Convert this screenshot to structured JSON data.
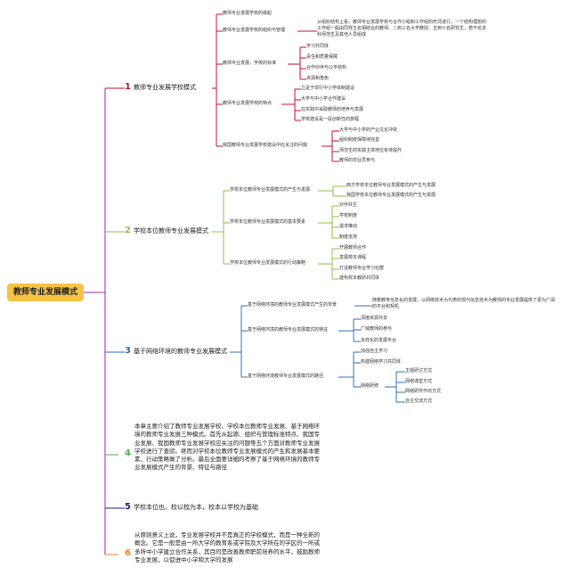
{
  "root": "教师专业发展模式",
  "colors": {
    "b1": "#c8102e",
    "b2": "#8bc34a",
    "b3": "#2e73b8",
    "b4": "#4caf50",
    "b5": "#1a237e",
    "b6": "#ef7d22",
    "root": "#f6c344",
    "line": "#9c27b0"
  },
  "b1": {
    "num": "1",
    "label": "教师专业发展学校模式",
    "c1": "教师专业发展学校的缘起",
    "c2": "教师专业发展学校的组织与管理",
    "c2_note": "从组织结构上看，教师专业发展学校与合作小组和工作组的形式进行。一个结构理想的工作组一般由同样五名相结合的教师、二到三名大学教授、五到十名研究生，若干名本科师范生及其他人员组成",
    "c3": "教师专业发展，学校的标准",
    "c3_items": [
      "学习共同体",
      "责任和质量保障",
      "合作伙伴与公平结构",
      "资源和角色"
    ],
    "c4": "教师专业发展学校的特点",
    "c4_items": [
      "立足于现行中小学体制建设",
      "大学与中小学合作建设",
      "在实践中采取教师的培养与发展",
      "学校建设是一段创新性的旅程"
    ],
    "c5": "我国教师专业发展学校建设中应关注的问题",
    "c5_items": [
      "大学与中小学的产业文化冲突",
      "组织制度保障待完善",
      "师范生的实践主体地位有待提升",
      "教师的非业员参与"
    ]
  },
  "b2": {
    "num": "2",
    "label": "学校本位教师专业发展模式",
    "c1": "学校本位教师专业发展模式的产生与发展",
    "c1_items": [
      "西方学校本位教师专业发展模式的产生与发展",
      "我国学校本位教师专业发展模式的产生与发展"
    ],
    "c2": "学校本位教师专业发展模式的基本要素",
    "c2_items": [
      "伙伴共生",
      "学校制度",
      "需求推动",
      "制度支持"
    ],
    "c3": "学校本位教师专业发展模式的行动策略",
    "c3_items": [
      "开展教师合作",
      "发展校本课程",
      "打造教师专业学习社群",
      "建构校本教研共同体"
    ]
  },
  "b3": {
    "num": "3",
    "label": "基于网络环境的教师专业发展模式",
    "c1": "基于网络环境的教师专业发展模式产生的背景",
    "c1_note": "随着教育信息化的发展，以网络技术为代表的现代信息技术为教师的专业发展提供了更为广阔的平台和契机",
    "c2": "基于网络环境的教师专业发展模式的特征",
    "c2_items": [
      "深度资源共享",
      "广域教师的参与",
      "多样化的发展平台"
    ],
    "c3": "基于网络环境教师专业发展模式的路径",
    "c3_items": [
      "加强自主学习",
      "构建网络学习共同体"
    ],
    "c3_sub": "网络研修",
    "c3_sub_items": [
      "主题研讨方式",
      "网络课堂方式",
      "网络研究作坊方式",
      "自主交流方式"
    ]
  },
  "b4": {
    "num": "4",
    "text": "本章主要介绍了教师专业发展学校、学校本位教师专业发展、基于网络环境的教师专业发展三种模式。首先从起源、组织与管理标准特点、我国专业发展、我国教师专业发展学校应关注的问题等五个方面对教师专业发展学校进行了查验。继而对学校本位教师专业发展模式的产生和发展基本要素、行动策略做了分析。最后全面要详细的考察了基于网络环境的教师专业发展模式产生的背景、特征与路径"
  },
  "b5": {
    "num": "5",
    "label": "学校本位也，校以校为本，校本以学校为基础"
  },
  "b6": {
    "num": "6",
    "text": "从原则意义上说，专业发展学校并不是真正的学校模式，而是一种全新的概念。它是一般是由一所大学的教育系或学院及大学所在的学区的一所或多所中小学建立合作关系，其目的是改善教师职前培养的水平，鼓励教师专业发展，以促进中小学和大学的发展"
  }
}
